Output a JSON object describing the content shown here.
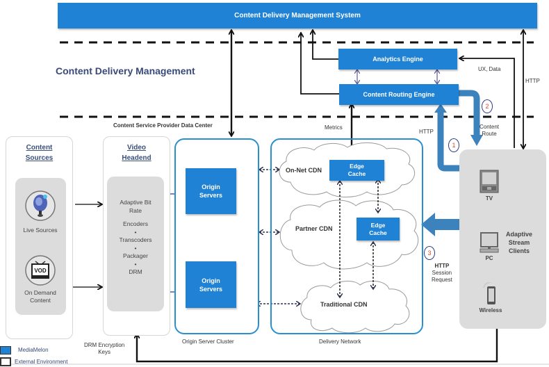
{
  "header": {
    "system_title": "Content Delivery Management System",
    "section_title": "Content Delivery Management",
    "datacenter_label": "Content Service Provider Data Center"
  },
  "engines": {
    "analytics": "Analytics Engine",
    "routing": "Content Routing Engine"
  },
  "content_sources": {
    "title_line1": "Content",
    "title_line2": "Sources",
    "live_label": "Live Sources",
    "live_icon": "live-source-microphone-icon",
    "vod_label_line1": "On Demand",
    "vod_label_line2": "Content",
    "vod_icon": "vod-tv-icon",
    "vod_badge": "VOD"
  },
  "video_headend": {
    "title_line1": "Video",
    "title_line2": "Headend",
    "items": [
      "Adaptive Bit",
      "Rate",
      "Encoders",
      "•",
      "Transcoders",
      "•",
      "Packager",
      "•",
      "DRM"
    ]
  },
  "origin_cluster": {
    "server_line1": "Origin",
    "server_line2": "Servers",
    "caption": "Origin Server Cluster"
  },
  "delivery_network": {
    "caption": "Delivery Network",
    "on_net": "On-Net CDN",
    "partner": "Partner CDN",
    "traditional": "Traditional CDN",
    "edge_line1": "Edge",
    "edge_line2": "Cache"
  },
  "clients": {
    "title_line1": "Adaptive",
    "title_line2": "Stream",
    "title_line3": "Clients",
    "tv": "TV",
    "pc": "PC",
    "wireless": "Wireless"
  },
  "flow_labels": {
    "ux_data": "UX, Data",
    "http_right": "HTTP",
    "metrics": "Metrics",
    "http_left": "HTTP",
    "content_route_line1": "Content",
    "content_route_line2": "Route",
    "http_session_line1": "HTTP",
    "http_session_line2": "Session",
    "http_session_line3": "Request",
    "drm_keys_line1": "DRM Encryption",
    "drm_keys_line2": "Keys",
    "step1": "1",
    "step2": "2",
    "step3": "3"
  },
  "legend": {
    "mediamelon": "MediaMelon",
    "external": "External Environment",
    "mediamelon_color": "#1f82d4",
    "external_color": "#ffffff"
  },
  "colors": {
    "brand_blue": "#1f82d4",
    "flow_blue": "#3c82bd",
    "panel_gray": "#dcdcdc",
    "step_number": "#d8452c"
  }
}
